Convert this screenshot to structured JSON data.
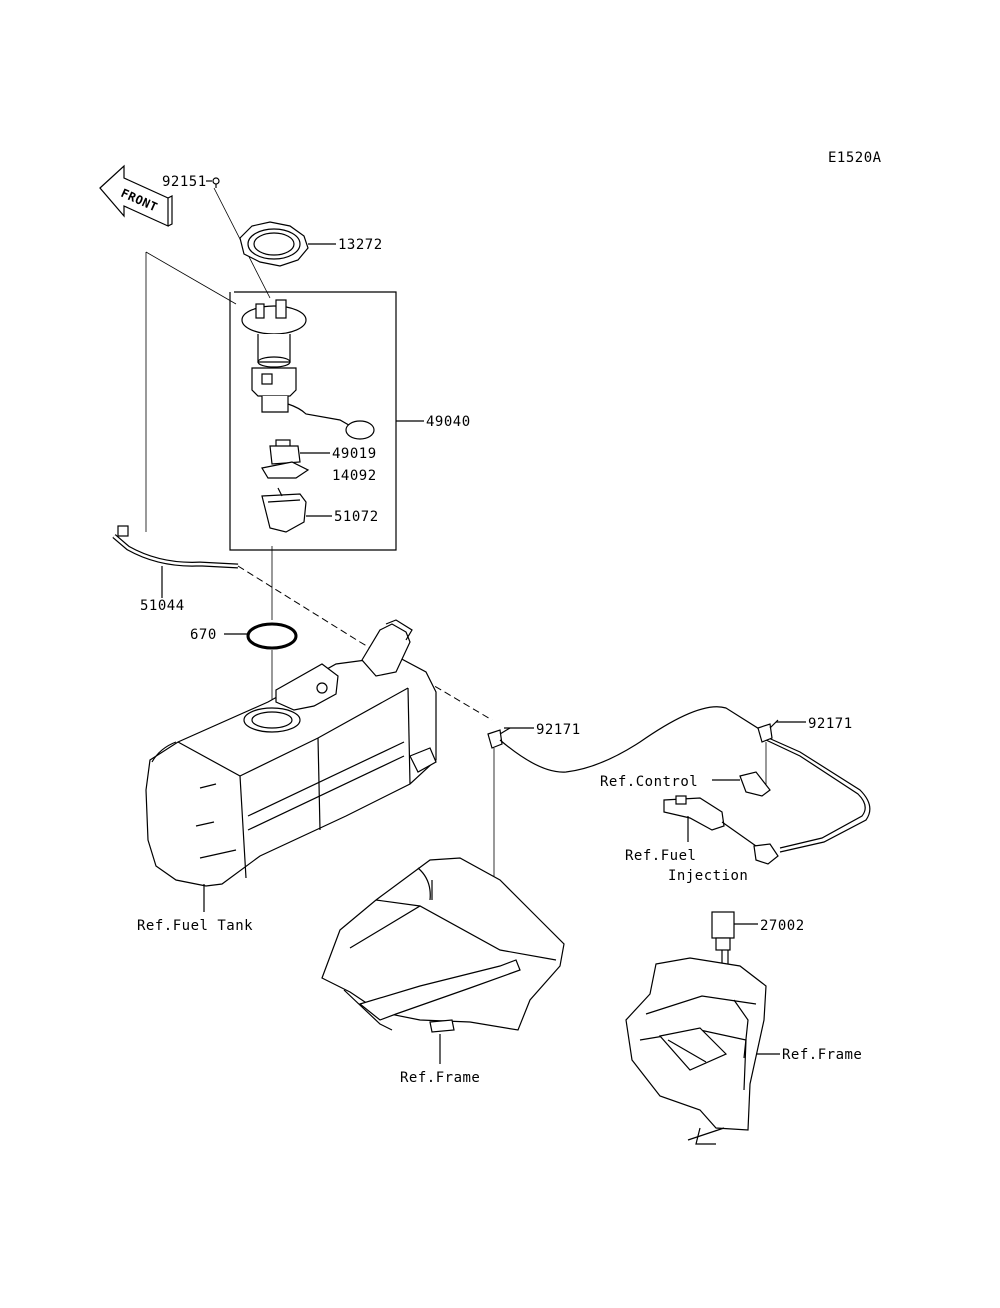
{
  "diagram_code": "E1520A",
  "front_arrow_label": "FRONT",
  "callouts": {
    "p92151": "92151",
    "p13272": "13272",
    "p49040": "49040",
    "p49019": "49019",
    "p14092": "14092",
    "p51072": "51072",
    "p51044": "51044",
    "p670": "670",
    "p92171a": "92171",
    "p92171b": "92171",
    "p27002": "27002"
  },
  "references": {
    "control": "Ref.Control",
    "fuel_injection_1": "Ref.Fuel",
    "fuel_injection_2": "Injection",
    "fuel_tank": "Ref.Fuel Tank",
    "frame_1": "Ref.Frame",
    "frame_2": "Ref.Frame"
  }
}
